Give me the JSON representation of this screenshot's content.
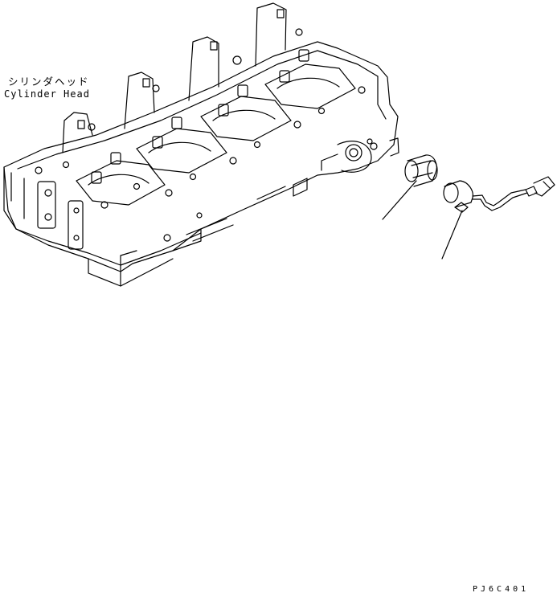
{
  "labels": {
    "part_name_jp": "シリンダヘッド",
    "part_name_en": "Cylinder Head"
  },
  "drawing_code": "PJ6C401",
  "colors": {
    "line": "#000000",
    "background": "#ffffff"
  }
}
